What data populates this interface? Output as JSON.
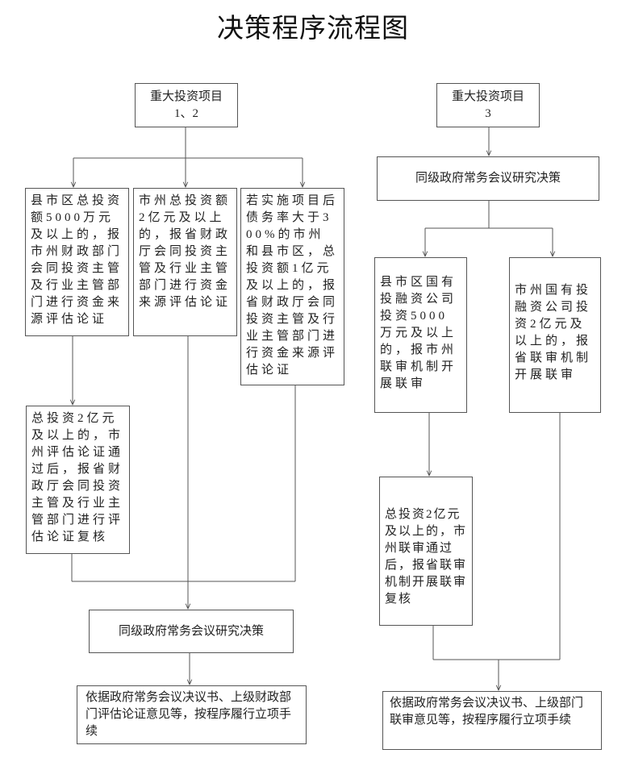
{
  "title": "决策程序流程图",
  "left": {
    "top": {
      "line1": "重大投资项目",
      "line2": "1、2"
    },
    "branch1": "县市区总投资额5000万元及以上的，报市州财政部门会同投资主管及行业主管部门进行资金来源评估论证",
    "branch2": "市州总投资额2亿元及以上的，报省财政厅会同投资主管及行业主管部门进行资金来源评估论证",
    "branch3": "若实施项目后债务率大于300%的市州和县市区，总投资额1亿元及以上的，报省财政厅会同投资主管及行业主管部门进行资金来源评估论证",
    "review": "总投资2亿元及以上的，市州评估论证通过后，报省财政厅会同投资主管及行业主管部门进行评估论证复核",
    "decision": "同级政府常务会议研究决策",
    "final": "依据政府常务会议决议书、上级财政部门评估论证意见等，按程序履行立项手续"
  },
  "right": {
    "top": {
      "line1": "重大投资项目",
      "line2": "3"
    },
    "decision": "同级政府常务会议研究决策",
    "branch1": "县市区国有投融资公司投资5000万元及以上的，报市州联审机制开展联审",
    "branch2": "市州国有投融资公司投资2亿元及以上的，报省联审机制开展联审",
    "review": "总投资2亿元及以上的，市州联审通过后，报省联审机制开展联审复核",
    "final": "依据政府常务会议决议书、上级部门联审意见等，按程序履行立项手续"
  }
}
